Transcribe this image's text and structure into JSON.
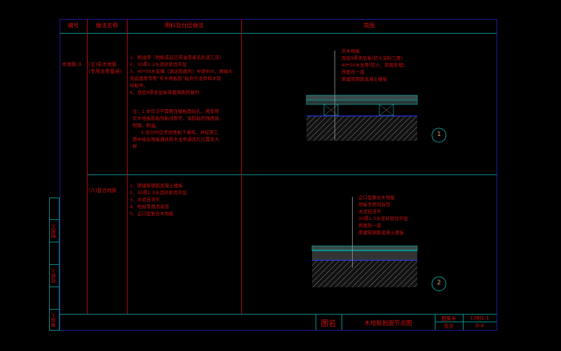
{
  "header": {
    "col_code": "编号",
    "col_method": "做法名称",
    "col_material": "用料及分层做法",
    "col_drawing": "简图"
  },
  "rows": [
    {
      "code": "木地板-3",
      "method": [
        "(五)实木地板",
        "(专用龙骨基层)"
      ],
      "steps": [
        "1、刷油漆（地板成品已带油漆者无此道工序）",
        "2、30厚1:3水泥砂浆找平层",
        "3、40*50木支撑（满涂防腐剂）中距800，两端头",
        "及底面用专用“实木地板胶”粘剂与龙骨和木垫",
        "块粘牢。",
        "4、双层9厚多层板背面满刷防腐剂"
      ],
      "notes": [
        "注：1.本作法不需要在楼板面钻孔、用专用",
        "实木地板胶粘剂粘结即可，该胶粘剂强度高，",
        "耐磨，耐温。",
        "2.设计时应考虑地板下通风，并在施工",
        "图中绘出地板通风和木龙骨通风孔位置及大",
        "样"
      ],
      "callouts": [
        "实木地板",
        "双层9厚多层板(防火涂料三度)",
        "40*50木龙骨(防火、防腐处理)",
        "界面剂一道",
        "原建筑钢筋混凝土楼板"
      ],
      "detail_no": "1"
    },
    {
      "code": "",
      "method": [
        "(六)复合地板"
      ],
      "steps": [
        "1、原建筑钢筋混凝土楼板",
        "2、30厚1:3水泥砂浆找平层",
        "3、水泥自流平",
        "4、地板专用消音垫",
        "5、企口型复合木地板"
      ],
      "callouts": [
        "企口型复合木地板",
        "地板专用消音垫",
        "水泥自流平",
        "30厚1:3水泥砂浆找平层",
        "界面剂一道",
        "原建筑钢筋混凝土楼板"
      ],
      "detail_no": "2"
    }
  ],
  "title_block": {
    "name_label": "图名",
    "name": "木地板剖面节点图",
    "atlas_label": "图集号",
    "atlas": "13BJ1-1",
    "page_label": "页次",
    "page": "D-4"
  },
  "signatures": [
    "制图人",
    "校核人",
    "审核人"
  ],
  "colors": {
    "frame": "#1a1a9a",
    "teal": "#0a8c8c",
    "red": "#c81010"
  }
}
